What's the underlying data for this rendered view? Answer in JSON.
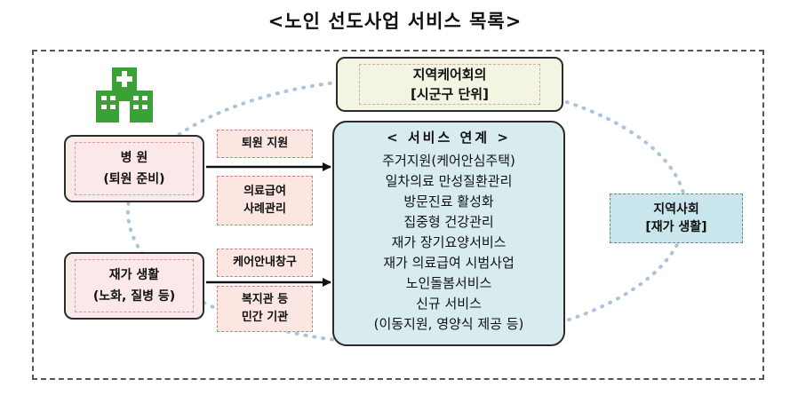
{
  "title": "<노인 선도사업 서비스 목록>",
  "hospital_icon": "hospital-icon",
  "colors": {
    "green": "#3aa136",
    "pink": "#fbe8e8",
    "teal": "#d8ebef",
    "dot": "#a9c4dc"
  },
  "regional_council": {
    "line1": "지역케어회의",
    "line2": "[시군구 단위]"
  },
  "hospital": {
    "line1": "병 원",
    "line2": "(퇴원 준비)"
  },
  "home_life": {
    "line1": "재가 생활",
    "line2": "(노화, 질병 등)"
  },
  "tags": {
    "discharge_support": "퇴원 지원",
    "medical_aid_1": "의료급여",
    "medical_aid_2": "사례관리",
    "care_desk": "케어안내창구",
    "welfare_1": "복지관 등",
    "welfare_2": "민간 기관"
  },
  "service_link": {
    "header": "< 서비스 연계 >",
    "items": [
      "주거지원(케어안심주택)",
      "일차의료 만성질환관리",
      "방문진료 활성화",
      "집중형 건강관리",
      "재가 장기요양서비스",
      "재가 의료급여 시범사업",
      "노인돌봄서비스",
      "신규 서비스",
      "(이동지원, 영양식 제공 등)"
    ]
  },
  "local_community": {
    "line1": "지역사회",
    "line2": "[재가 생활]"
  }
}
